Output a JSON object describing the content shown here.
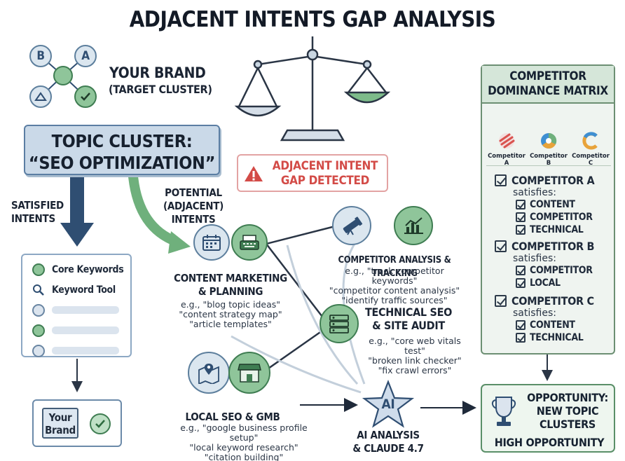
{
  "title": "ADJACENT INTENTS GAP ANALYSIS",
  "brand": {
    "line1": "YOUR BRAND",
    "line2": "(TARGET CLUSTER)",
    "logo_letters": [
      "B",
      "A"
    ]
  },
  "topic_cluster": {
    "line1": "TOPIC CLUSTER:",
    "line2": "“SEO OPTIMIZATION”"
  },
  "satisfied_label": [
    "SATISFIED",
    "INTENTS"
  ],
  "potential_label": [
    "POTENTIAL",
    "(ADJACENT)",
    "INTENTS"
  ],
  "keyword_panel": {
    "items": [
      "Core Keywords",
      "Keyword Tool"
    ]
  },
  "your_brand_box": {
    "line1": "Your",
    "line2": "Brand"
  },
  "alert": {
    "line1": "ADJACENT INTENT",
    "line2": "GAP DETECTED"
  },
  "content_marketing": {
    "title1": "CONTENT MARKETING",
    "title2": "& PLANNING",
    "ex": [
      "e.g., \"blog topic ideas\"",
      "\"content strategy map\"",
      "\"article templates\""
    ]
  },
  "competitor_analysis": {
    "title": "COMPETITOR ANALYSIS & TRACKING",
    "ex": [
      "e.g., \"track competitor keywords\"",
      "\"competitor content analysis\"",
      "\"identify traffic sources\""
    ]
  },
  "technical_seo": {
    "title1": "TECHNICAL SEO",
    "title2": "& SITE AUDIT",
    "ex": [
      "e.g., \"core web vitals test\"",
      "\"broken link checker\"",
      "\"fix crawl errors\""
    ]
  },
  "local_seo": {
    "title": "LOCAL SEO & GMB",
    "ex": [
      "e.g., \"google business profile setup\"",
      "\"local keyword research\"",
      "\"citation building\""
    ]
  },
  "ai_analysis": {
    "badge": "AI",
    "line1": "AI ANALYSIS",
    "line2": "& CLAUDE 4.7"
  },
  "matrix": {
    "title1": "COMPETITOR",
    "title2": "DOMINANCE MATRIX",
    "logos": [
      "Competitor A",
      "Competitor B",
      "Competitor C"
    ],
    "logo_colors": [
      "#d9534f",
      "#3f8fd2",
      "#e8a33a"
    ],
    "competitors": [
      {
        "name": "COMPETITOR A",
        "satisfies": "satisfies:",
        "items": [
          "CONTENT",
          "COMPETITOR",
          "TECHNICAL"
        ]
      },
      {
        "name": "COMPETITOR B",
        "satisfies": "satisfies:",
        "items": [
          "COMPETITOR",
          "LOCAL"
        ]
      },
      {
        "name": "COMPETITOR C",
        "satisfies": "satisfies:",
        "items": [
          "CONTENT",
          "TECHNICAL"
        ]
      }
    ]
  },
  "opportunity": {
    "line1": "OPPORTUNITY:",
    "line2": "NEW TOPIC",
    "line3": "CLUSTERS",
    "line4": "HIGH OPPORTUNITY"
  },
  "colors": {
    "navy": "#2f4e72",
    "green": "#6fb07c",
    "alert_red": "#d34b47"
  }
}
